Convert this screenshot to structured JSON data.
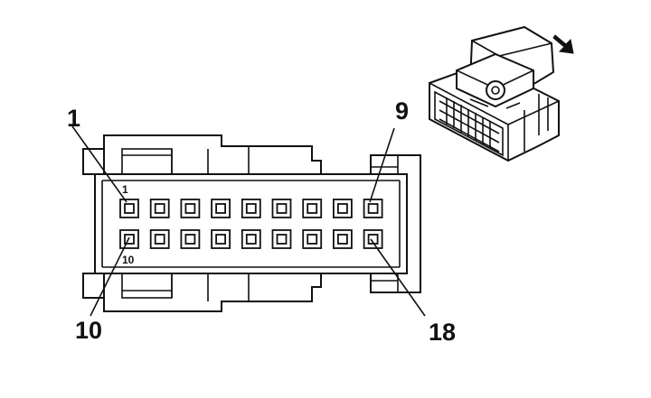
{
  "callouts": {
    "pin1": "1",
    "pin9": "9",
    "pin10": "10",
    "pin18": "18"
  },
  "pin_markers": {
    "pin1": "1",
    "pin10": "10"
  },
  "connector": {
    "rows": 2,
    "pins_per_row": 9
  },
  "icons": {
    "direction": "arrow-icon"
  }
}
